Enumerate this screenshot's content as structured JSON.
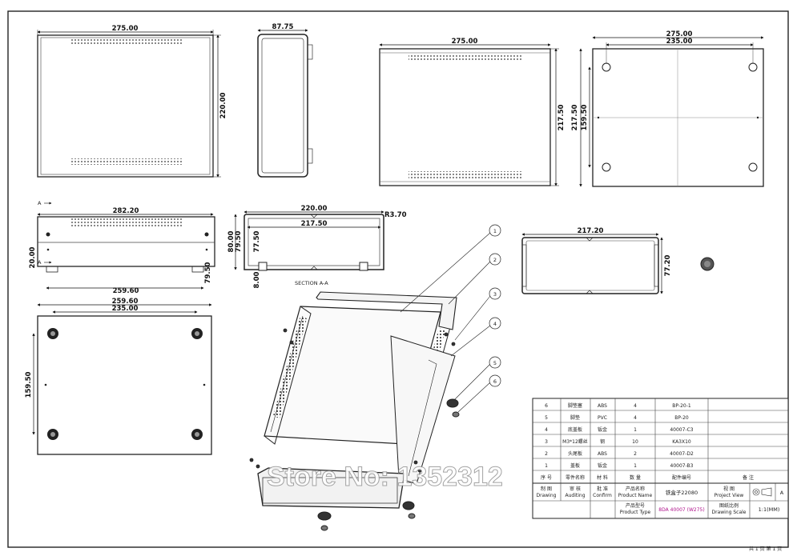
{
  "dims": {
    "front_w": "275.00",
    "front_h": "220.00",
    "side_w": "87.75",
    "back_w": "275.00",
    "back_h": "217.50",
    "bottom_w1": "275.00",
    "bottom_w2": "235.00",
    "bottom_h1": "217.50",
    "bottom_h2": "159.50",
    "side2_w": "282.20",
    "side2_foot": "20.00",
    "side2_h": "79.50",
    "side2_base": "259.60",
    "sec_w1": "220.00",
    "sec_w2": "217.50",
    "sec_r": "R3.70",
    "sec_h1": "80.00",
    "sec_h2": "79.50",
    "sec_h3": "77.50",
    "sec_foot": "8.00",
    "section_label": "SECTION A-A",
    "panel_w": "217.20",
    "panel_h": "77.20",
    "base_w1": "259.60",
    "base_w2": "235.00",
    "base_h": "159.50",
    "section_mark": "A"
  },
  "balloons": [
    "1",
    "2",
    "3",
    "4",
    "5",
    "6"
  ],
  "watermark": "Store No: 1352312",
  "bom": {
    "rows": [
      {
        "no": "6",
        "name": "脚垫塞",
        "mat": "ABS",
        "qty": "4",
        "code": "BP-20-1",
        "note": ""
      },
      {
        "no": "5",
        "name": "脚垫",
        "mat": "PVC",
        "qty": "4",
        "code": "BP-20",
        "note": ""
      },
      {
        "no": "4",
        "name": "底盖板",
        "mat": "钣金",
        "qty": "1",
        "code": "40007-C3",
        "note": ""
      },
      {
        "no": "3",
        "name": "M3*12螺丝",
        "mat": "钢",
        "qty": "10",
        "code": "KA3X10",
        "note": ""
      },
      {
        "no": "2",
        "name": "头尾板",
        "mat": "ABS",
        "qty": "2",
        "code": "40007-D2",
        "note": ""
      },
      {
        "no": "1",
        "name": "盖板",
        "mat": "钣金",
        "qty": "1",
        "code": "40007-B3",
        "note": ""
      }
    ],
    "header": {
      "no": "序 号",
      "name": "零件名称",
      "mat": "材 料",
      "qty": "数 量",
      "code": "配件编号",
      "note": "备 注"
    }
  },
  "titleblock": {
    "drawing_cn": "制 图",
    "drawing_en": "Drawing",
    "audit_cn": "审 核",
    "audit_en": "Auditing",
    "confirm_cn": "批 准",
    "confirm_en": "Confirm",
    "pname_cn": "产品名称",
    "pname_en": "Product Name",
    "pname_val": "铁盒子22080",
    "view_cn": "视 图",
    "view_en": "Project View",
    "view_code": "A",
    "ptype_cn": "产品型号",
    "ptype_en": "Product Type",
    "ptype_val": "8DA 40007 (W275)",
    "scale_cn": "图纸比例",
    "scale_en": "Drawing Scale",
    "scale_val": "1:1(MM)",
    "page_note": "共 1 页  第 1 页"
  }
}
